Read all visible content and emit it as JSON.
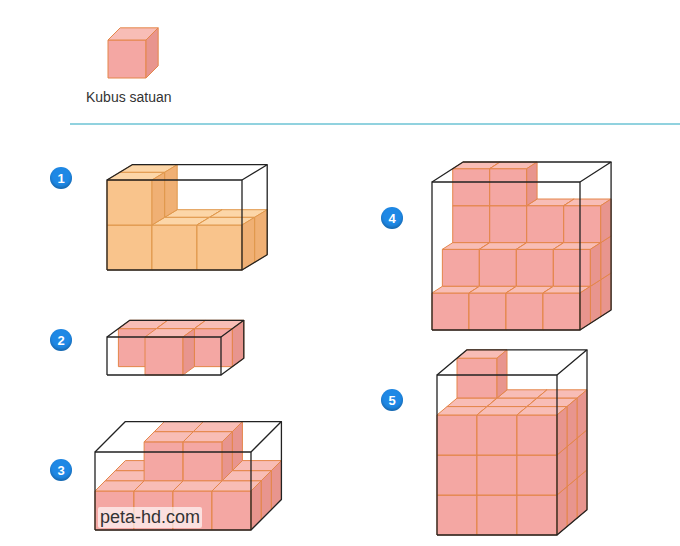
{
  "diagram": {
    "nodes": [
      {
        "text": [
          "1"
        ]
      },
      {
        "text": [
          "2"
        ]
      },
      {
        "text": [
          "3"
        ]
      },
      {
        "text": [
          "4"
        ]
      },
      {
        "text": [
          "5"
        ]
      }
    ],
    "labels": [
      "Kubus satuan",
      "peta-hd.com"
    ]
  }
}
